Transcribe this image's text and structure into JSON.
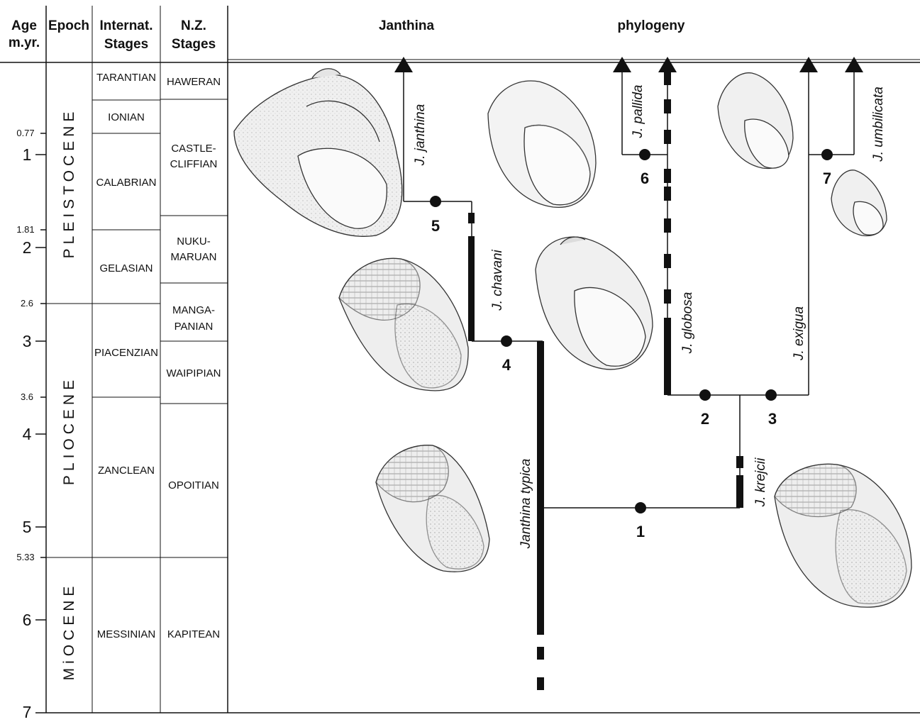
{
  "headers": {
    "age_line1": "Age",
    "age_line2": "m.yr.",
    "epoch": "Epoch",
    "internat_line1": "Internat.",
    "internat_line2": "Stages",
    "nz_line1": "N.Z.",
    "nz_line2": "Stages",
    "title_left": "Janthina",
    "title_right": "phylogeny"
  },
  "age_ticks": {
    "t1": "1",
    "t2": "2",
    "t3": "3",
    "t4": "4",
    "t5": "5",
    "t6": "6",
    "t7": "7"
  },
  "boundary_ages": {
    "b077": "0.77",
    "b181": "1.81",
    "b26": "2.6",
    "b36": "3.6",
    "b533": "5.33"
  },
  "epochs": {
    "pleistocene": "PLEISTOCENE",
    "pliocene": "PLIOCENE",
    "miocene": "MiOCENE"
  },
  "international_stages": {
    "tarantian": "TARANTIAN",
    "ionian": "IONIAN",
    "calabrian": "CALABRIAN",
    "gelasian": "GELASIAN",
    "piacenzian": "PIACENZIAN",
    "zanclean": "ZANCLEAN",
    "messinian": "MESSINIAN"
  },
  "nz_stages": {
    "haweran": "HAWERAN",
    "castlecliffian_1": "CASTLE-",
    "castlecliffian_2": "CLIFFIAN",
    "nukumaruan_1": "NUKU-",
    "nukumaruan_2": "MARUAN",
    "mangapanian_1": "MANGA-",
    "mangapanian_2": "PANIAN",
    "waipipian": "WAIPIPIAN",
    "opoitian": "OPOITIAN",
    "kapitean": "KAPITEAN"
  },
  "species": {
    "janthina": "J. janthina",
    "chavani": "J. chavani",
    "typica": "Janthina  typica",
    "pallida": "J. pallida",
    "globosa": "J. globosa",
    "krejcii": "J. krejcii",
    "exigua": "J. exigua",
    "umbilicata": "J. umbilicata"
  },
  "nodes": {
    "n1": "1",
    "n2": "2",
    "n3": "3",
    "n4": "4",
    "n5": "5",
    "n6": "6",
    "n7": "7"
  },
  "colors": {
    "ink": "#111111",
    "shell_fill": "#f2f2f2",
    "shell_shade": "#cfcfcf"
  }
}
